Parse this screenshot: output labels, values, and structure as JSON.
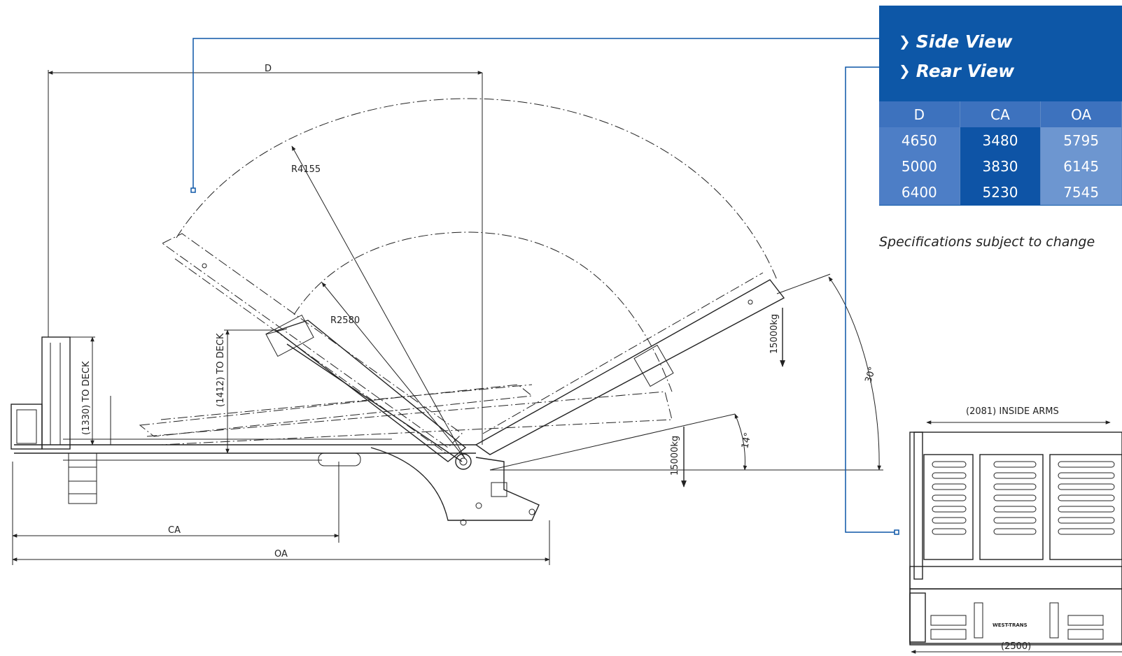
{
  "menu": {
    "items": [
      {
        "label": "Side View"
      },
      {
        "label": "Rear View"
      }
    ]
  },
  "spec_table": {
    "headers": [
      "D",
      "CA",
      "OA"
    ],
    "rows": [
      [
        "4650",
        "3480",
        "5795"
      ],
      [
        "5000",
        "3830",
        "6145"
      ],
      [
        "6400",
        "5230",
        "7545"
      ]
    ]
  },
  "note": "Specifications subject to change",
  "side_view": {
    "labels": {
      "d": "D",
      "ca": "CA",
      "oa": "OA",
      "r_outer": "R4155",
      "r_inner": "R2580",
      "to_deck_1330": "(1330) TO DECK",
      "to_deck_1412": "(1412) TO DECK",
      "load_upper": "15000kg",
      "load_lower": "15000kg",
      "angle_30": "30°",
      "angle_14": "14°"
    }
  },
  "rear_view": {
    "labels": {
      "inside_arms": "(2081) INSIDE ARMS",
      "width": "(2500)",
      "brand": "WEST-TRANS"
    }
  },
  "colors": {
    "brand_blue": "#0d57a7",
    "header_blue": "#3d72be"
  }
}
